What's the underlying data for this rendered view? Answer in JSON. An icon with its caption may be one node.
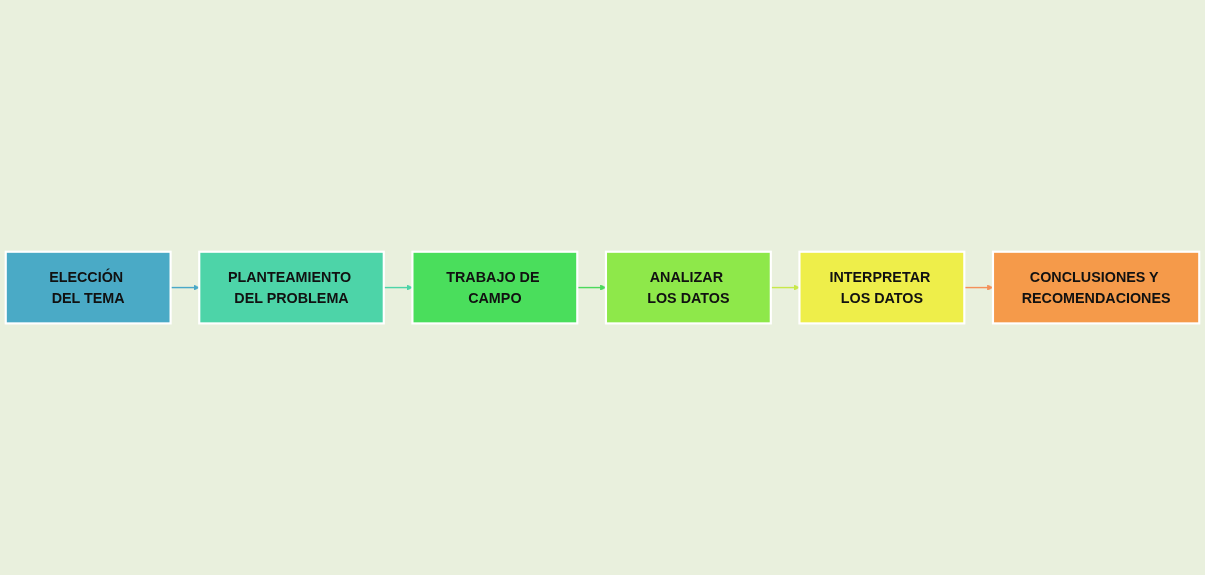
{
  "diagram": {
    "nodes": [
      {
        "text": [
          "ELECCIÓN DEL TEMA"
        ]
      },
      {
        "text": [
          "PLANTEAMIENTO DEL PROBLEMA"
        ]
      },
      {
        "text": [
          "TRABAJO DE CAMPO"
        ]
      },
      {
        "text": [
          "ANALIZAR LOS DATOS"
        ]
      },
      {
        "text": [
          "INTERPRETAR LOS DATOS"
        ]
      },
      {
        "text": [
          "CONCLUSIONES Y RECOMENDACIONES"
        ]
      }
    ],
    "edges": [
      {
        "from": 0,
        "to": 1,
        "arrow": "to",
        "color": "#4aa8c8"
      },
      {
        "from": 1,
        "to": 2,
        "arrow": "to",
        "color": "#4dd4a8"
      },
      {
        "from": 2,
        "to": 3,
        "arrow": "to",
        "color": "#4cd95c"
      },
      {
        "from": 3,
        "to": 4,
        "arrow": "to",
        "color": "#c8e84a"
      },
      {
        "from": 4,
        "to": 5,
        "arrow": "to",
        "color": "#f4915a"
      }
    ]
  }
}
